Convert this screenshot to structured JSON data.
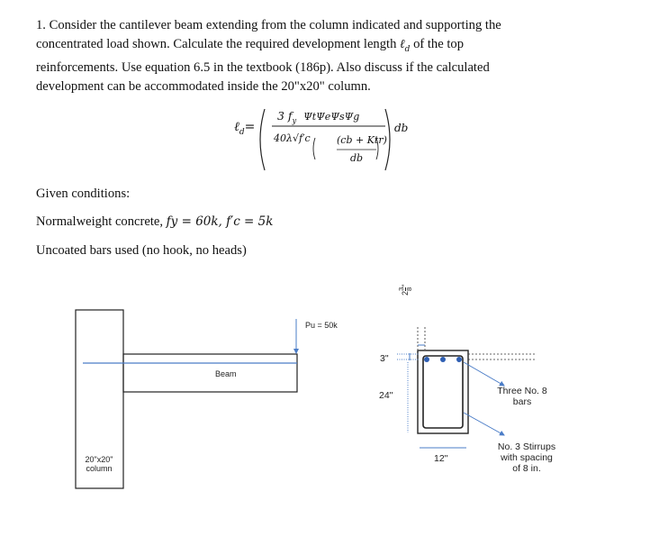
{
  "problem": {
    "line1": "1. Consider the cantilever beam extending from the column indicated and supporting the",
    "line2_pre": "concentrated load shown. Calculate the required development length ",
    "ld_symbol": "ℓ",
    "ld_sub": "d",
    "line2_post": " of the top",
    "line3": "reinforcements. Use equation 6.5 in the textbook (186p). Also discuss if the calculated",
    "line4": "development can be accommodated inside the 20\"x20\" column."
  },
  "formula": {
    "lhs": "ℓ",
    "lhs_sub": "d",
    "equals": "=",
    "numerator": "3  f",
    "fy_sub": "y",
    "psi": "ΨtΨeΨsΨg",
    "denominator": "40λ√f′c",
    "inner_num": "(cb + Ktr)",
    "inner_den": "db",
    "multiplier": "db"
  },
  "given": {
    "heading": "Given conditions:",
    "concrete_text": "Normalweight concrete, ",
    "concrete_math": "fy = 60k, f′c = 5k",
    "bars_text": "Uncoated bars used (no hook, no heads)"
  },
  "diagram": {
    "column_label_line1": "20\"x20\"",
    "column_label_line2": "column",
    "beam_label": "Beam",
    "load_label": "Pu = 50k",
    "cover_top": "3\"",
    "cover_side_whole": "2",
    "cover_side_num": "3",
    "cover_side_den": "8",
    "cover_side_inch": "\"",
    "depth_label": "24\"",
    "width_label": "12\"",
    "bars_note_line1": "Three No. 8",
    "bars_note_line2": "bars",
    "stirrup_note_line1": "No. 3 Stirrups",
    "stirrup_note_line2": "with spacing",
    "stirrup_note_line3": "of 8 in.",
    "line_color": "#4a7cc7",
    "stroke_color": "#222222"
  }
}
